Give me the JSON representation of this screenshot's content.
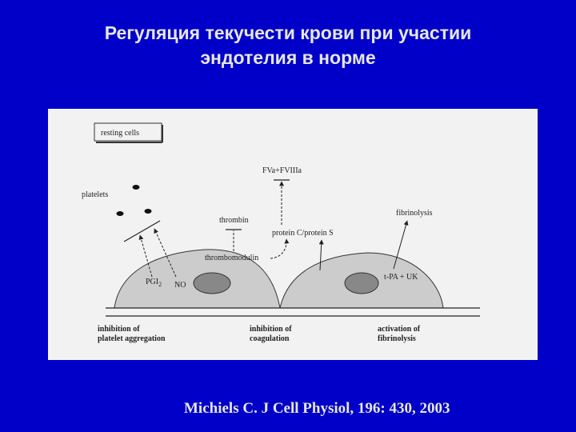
{
  "slide": {
    "title_line1": "Регуляция текучести крови при участии",
    "title_line2": "эндотелия в норме",
    "citation": "Michiels C.  J Cell Physiol, 196: 430, 2003"
  },
  "figure": {
    "box_label": "resting cells",
    "platelets": "platelets",
    "fva_fviiia": "FVa+FVIIIa",
    "thrombin": "thrombin",
    "fibrinolysis": "fibrinolysis",
    "protein_c_s": "protein C/protein S",
    "thrombomodulin": "thrombomodulin",
    "pgi2": "PGI",
    "pgi2_sub": "2",
    "no": "NO",
    "tpa_uk": "t-PA + UK",
    "bottom_left_l1": "inhibition of",
    "bottom_left_l2": "platelet aggregation",
    "bottom_mid_l1": "inhibition of",
    "bottom_mid_l2": "coagulation",
    "bottom_right_l1": "activation of",
    "bottom_right_l2": "fibrinolysis"
  }
}
